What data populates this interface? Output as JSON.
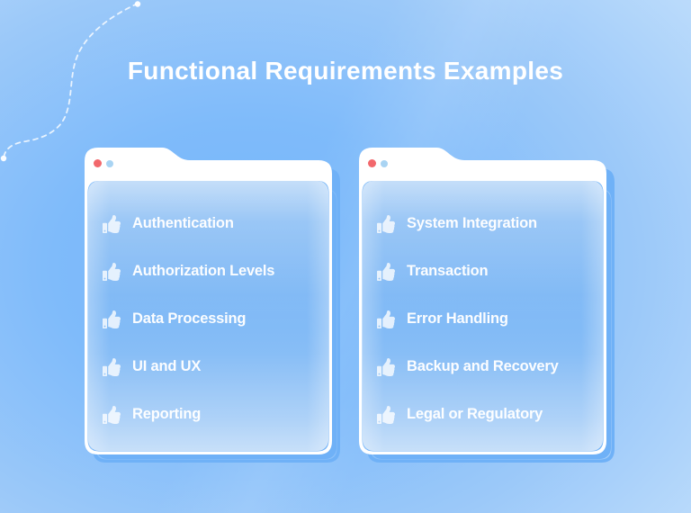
{
  "title": "Functional Requirements Examples",
  "cards": [
    {
      "name": "left-window",
      "items": [
        "Authentication",
        "Authorization Levels",
        "Data Processing",
        "UI and UX",
        "Reporting"
      ]
    },
    {
      "name": "right-window",
      "items": [
        "System Integration",
        "Transaction",
        "Error Handling",
        "Backup and Recovery",
        "Legal or Regulatory"
      ]
    }
  ],
  "icons": {
    "list_bullet": "thumbs-up-icon",
    "window_controls": [
      "red-dot",
      "blue-dot"
    ]
  },
  "colors": {
    "background_center": "#74b5fa",
    "background_edge": "#c6e1fc",
    "card_frame": "#ffffff",
    "card_shadow": "#6fb1f7",
    "glass_panel": "#7db8f6",
    "dot_red": "#f2686c",
    "dot_blue": "#a9d4f3",
    "title_text": "#ffffff",
    "item_text": "#ffffff"
  }
}
